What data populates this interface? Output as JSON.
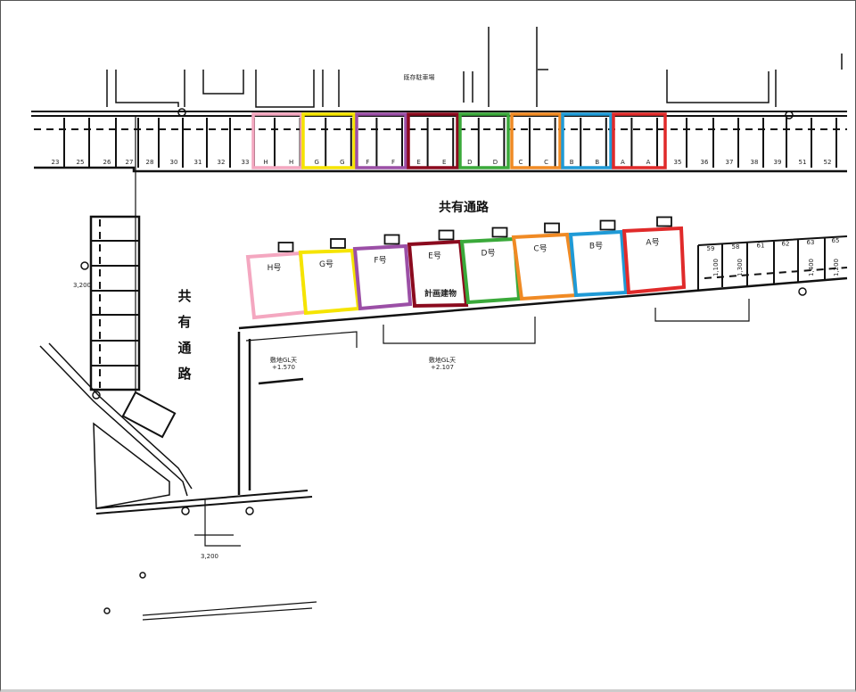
{
  "title_top_road": "既存駐車場",
  "shared_path_label_horizontal": "共有通路",
  "shared_path_label_vertical": [
    "共",
    "有",
    "通",
    "路"
  ],
  "planned_building_label": "計画建物",
  "elevation_left": "敷地GL天\n+1.570",
  "elevation_right": "敷地GL天\n+2.107",
  "dimension_left": "3,200",
  "dimension_bottom": "3,200",
  "units": [
    {
      "id": "H",
      "label": "H号",
      "color": "#f4a7c0"
    },
    {
      "id": "G",
      "label": "G号",
      "color": "#f5e400"
    },
    {
      "id": "F",
      "label": "F号",
      "color": "#9b4fa6"
    },
    {
      "id": "E",
      "label": "E号",
      "color": "#8b0a1e"
    },
    {
      "id": "D",
      "label": "D号",
      "color": "#3aa93a"
    },
    {
      "id": "C",
      "label": "C号",
      "color": "#f08a24"
    },
    {
      "id": "B",
      "label": "B号",
      "color": "#1f9ad6"
    },
    {
      "id": "A",
      "label": "A号",
      "color": "#e02a2a"
    }
  ],
  "parking_left_numbers": [
    "23",
    "25",
    "26",
    "27",
    "28",
    "30",
    "31",
    "32",
    "33"
  ],
  "parking_unit_letters": [
    "H",
    "H",
    "G",
    "G",
    "F",
    "F",
    "E",
    "E",
    "D",
    "D",
    "C",
    "C",
    "B",
    "B",
    "A",
    "A"
  ],
  "parking_right_numbers": [
    "35",
    "36",
    "37",
    "38",
    "39",
    "51",
    "52"
  ],
  "parking_lower_right_numbers": [
    "59",
    "58",
    "61",
    "62",
    "63",
    "65"
  ],
  "parking_lower_right_dims": [
    "1,100",
    "1,300",
    "1,400",
    "1,200"
  ]
}
